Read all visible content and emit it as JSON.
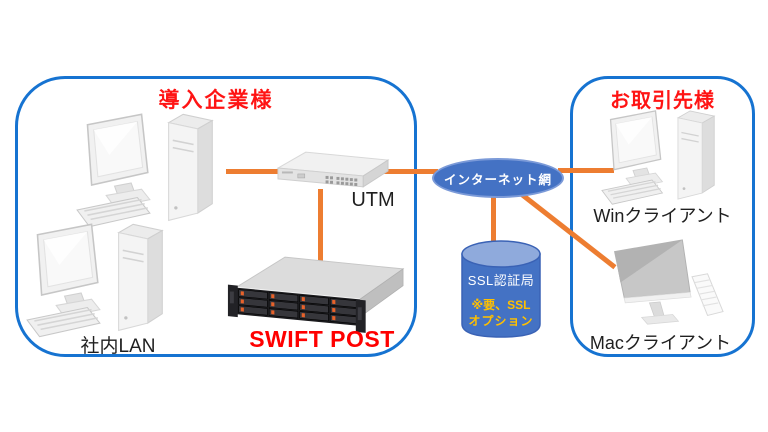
{
  "colors": {
    "box_border": "#1673d1",
    "title_red": "#ff1414",
    "swift_red": "#ff0000",
    "line_orange": "#ed7d31",
    "node_blue": "#4472c4",
    "node_blue_border": "#3a62b5",
    "cylinder_top": "#8faadc",
    "note_yellow": "#ffc000",
    "label_dark": "#1f1f1f"
  },
  "company_box": {
    "title": "導入企業様",
    "lan_label": "社内LAN",
    "utm_label": "UTM",
    "server_label": "SWIFT POST"
  },
  "partner_box": {
    "title": "お取引先様",
    "win_label": "Winクライアント",
    "mac_label": "Macクライアント"
  },
  "internet_node": {
    "label": "インターネット網"
  },
  "ssl_node": {
    "title": "SSL認証局",
    "note_line1": "※要、SSL",
    "note_line2": "オプション"
  }
}
